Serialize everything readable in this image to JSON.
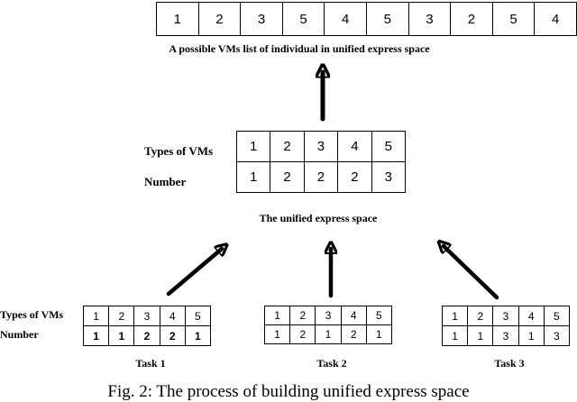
{
  "top": {
    "values": [
      "1",
      "2",
      "3",
      "5",
      "4",
      "5",
      "3",
      "2",
      "5",
      "4"
    ],
    "caption": "A possible VMs list of individual in unified express space"
  },
  "unified": {
    "row_labels": [
      "Types of VMs",
      "Number"
    ],
    "types": [
      "1",
      "2",
      "3",
      "4",
      "5"
    ],
    "numbers": [
      "1",
      "2",
      "2",
      "2",
      "3"
    ],
    "caption": "The unified express space"
  },
  "tasks": [
    {
      "name": "Task 1",
      "types": [
        "1",
        "2",
        "3",
        "4",
        "5"
      ],
      "numbers": [
        "1",
        "1",
        "2",
        "2",
        "1"
      ]
    },
    {
      "name": "Task 2",
      "types": [
        "1",
        "2",
        "3",
        "4",
        "5"
      ],
      "numbers": [
        "1",
        "2",
        "1",
        "2",
        "1"
      ]
    },
    {
      "name": "Task 3",
      "types": [
        "1",
        "2",
        "3",
        "4",
        "5"
      ],
      "numbers": [
        "1",
        "1",
        "3",
        "1",
        "3"
      ]
    }
  ],
  "task_row_labels": [
    "Types of VMs",
    "Number"
  ],
  "figure_caption": "Fig. 2: The process of building unified express space"
}
